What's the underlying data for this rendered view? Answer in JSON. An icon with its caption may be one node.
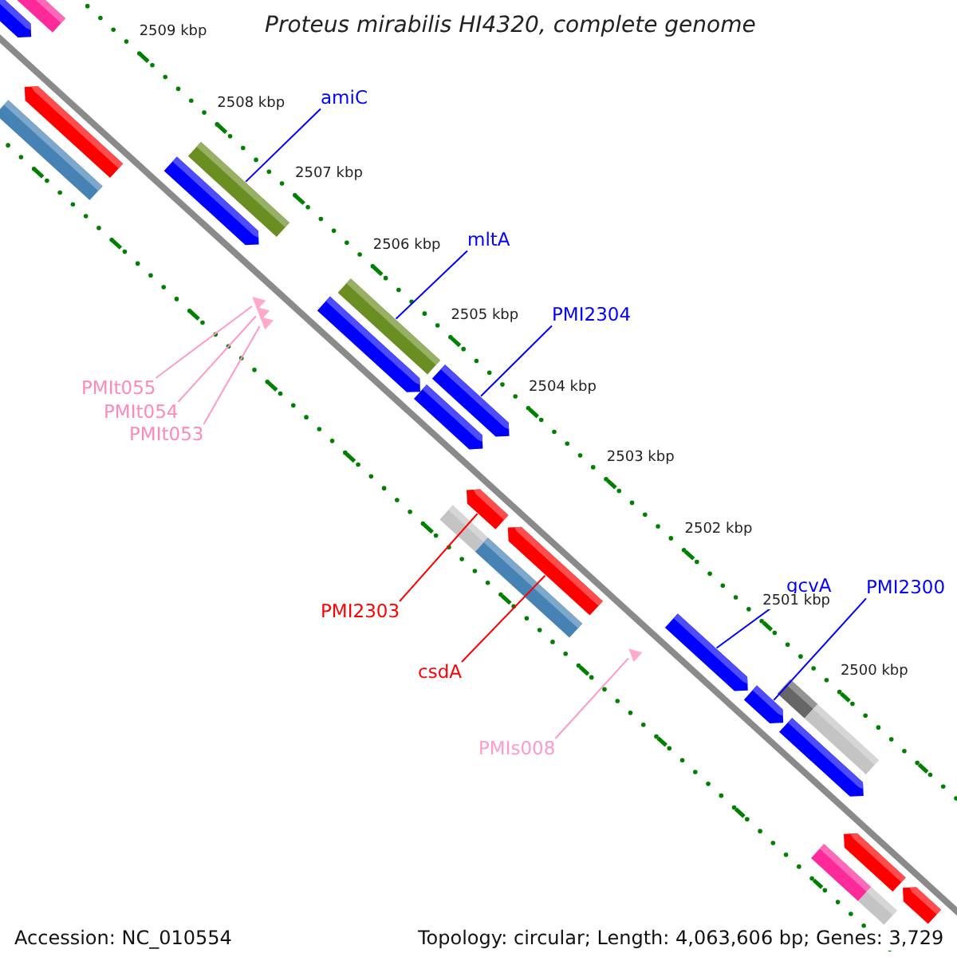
{
  "diagram": {
    "title": "Proteus mirabilis HI4320, complete genome",
    "nodes": [
      {
        "text": [
          "amiC"
        ]
      },
      {
        "text": [
          "mltA"
        ]
      },
      {
        "text": [
          "PMI2304"
        ]
      },
      {
        "text": [
          "PMIt055"
        ]
      },
      {
        "text": [
          "PMIt054"
        ]
      },
      {
        "text": [
          "PMIt053"
        ]
      },
      {
        "text": [
          "PMI2303"
        ]
      },
      {
        "text": [
          "gcvA"
        ]
      },
      {
        "text": [
          "PMI2300"
        ]
      },
      {
        "text": [
          "csdA"
        ]
      },
      {
        "text": [
          "PMIs008"
        ]
      },
      {
        "text": [],
        "shape": "pentagon"
      },
      {
        "text": [],
        "shape": "bar"
      },
      {
        "text": [],
        "shape": "bar"
      },
      {
        "text": [],
        "shape": "pentagon"
      },
      {
        "text": [],
        "shape": "pentagon"
      },
      {
        "text": [],
        "shape": "bar"
      },
      {
        "text": [],
        "shape": "triangle"
      },
      {
        "text": [],
        "shape": "triangle"
      },
      {
        "text": [],
        "shape": "triangle"
      },
      {
        "text": [],
        "shape": "pentagon"
      },
      {
        "text": [],
        "shape": "bar"
      },
      {
        "text": [],
        "shape": "pentagon"
      },
      {
        "text": [],
        "shape": "pentagon"
      },
      {
        "text": [],
        "shape": "pentagon"
      },
      {
        "text": [],
        "shape": "bar"
      },
      {
        "text": [],
        "shape": "bar"
      },
      {
        "text": [],
        "shape": "pentagon"
      },
      {
        "text": [],
        "shape": "triangle"
      },
      {
        "text": [],
        "shape": "pentagon"
      },
      {
        "text": [],
        "shape": "pentagon"
      },
      {
        "text": [],
        "shape": "bar"
      },
      {
        "text": [],
        "shape": "bar"
      },
      {
        "text": [],
        "shape": "pentagon"
      },
      {
        "text": [],
        "shape": "bar"
      },
      {
        "text": [],
        "shape": "pentagon"
      },
      {
        "text": [],
        "shape": "bar"
      },
      {
        "text": [],
        "shape": "pentagon"
      }
    ],
    "edges": [
      {
        "from": 0,
        "to": 16,
        "arrow": "none"
      },
      {
        "from": 1,
        "to": 21,
        "arrow": "none"
      },
      {
        "from": 2,
        "to": 23,
        "arrow": "none"
      },
      {
        "from": 3,
        "to": 17,
        "arrow": "none",
        "color": "#ff99cc"
      },
      {
        "from": 4,
        "to": 18,
        "arrow": "none",
        "color": "#ff99cc"
      },
      {
        "from": 5,
        "to": 19,
        "arrow": "none",
        "color": "#ff99cc"
      },
      {
        "from": 6,
        "to": 24,
        "arrow": "none",
        "color": "#ff0000"
      },
      {
        "from": 7,
        "to": 29,
        "arrow": "none"
      },
      {
        "from": 8,
        "to": 30,
        "arrow": "none"
      },
      {
        "from": 9,
        "to": 27,
        "arrow": "none",
        "color": "#ff0000"
      },
      {
        "from": 10,
        "to": 28,
        "arrow": "none",
        "color": "#ff99cc"
      }
    ],
    "labels": [
      "2509 kbp",
      "2508 kbp",
      "2507 kbp",
      "2506 kbp",
      "2505 kbp",
      "2504 kbp",
      "2503 kbp",
      "2502 kbp",
      "2501 kbp",
      "2500 kbp",
      "Accession: NC_010554",
      "Topology: circular; Length: 4,063,606 bp; Genes: 3,729"
    ]
  }
}
